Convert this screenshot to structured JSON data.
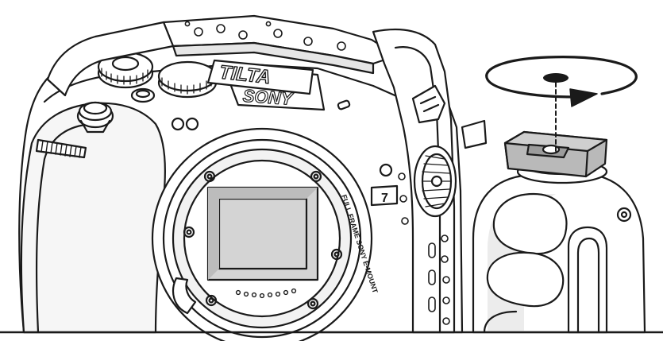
{
  "labels": {
    "cage_brand": "TILTA",
    "camera_brand": "SONY",
    "mount_inscription": "FULL FRAME SONY E-MOUNT",
    "mode_number": "7"
  },
  "colors": {
    "line": "#1a1a1a",
    "body_fill": "#ffffff",
    "shade": "#e6e6e6",
    "highlight_part": "#b9b9b9",
    "sensor": "#d4d4d4"
  },
  "icons": {
    "rotation_arrow": "rotate-arrow-icon",
    "lock_screw": "screw-icon"
  }
}
